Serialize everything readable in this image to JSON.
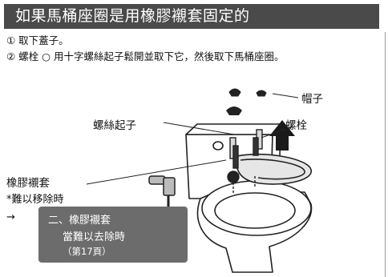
{
  "header": {
    "title": "如果馬桶座圈是用橡膠襯套固定的"
  },
  "steps": [
    "① 取下蓋子。",
    "② 螺栓 ○  用十字螺絲起子鬆開並取下它，然後取下馬桶座圈。"
  ],
  "labels": {
    "cap": "帽子",
    "screwdriver": "螺絲起子",
    "bolt": "螺栓",
    "bushing": "橡膠襯套",
    "bushing_note": "*難以移除時"
  },
  "callout": {
    "arrow": "→",
    "line1": "二、橡膠襯套",
    "line2": "當難以去除時",
    "line3": "（第17頁）"
  },
  "colors": {
    "header_bg": "#4a4a4a",
    "callout_bg": "#6c6c6c",
    "arrow": "#333333"
  }
}
